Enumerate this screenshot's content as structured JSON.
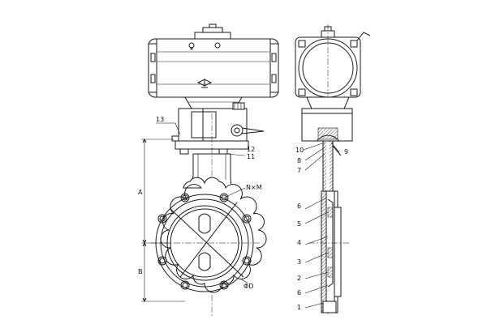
{
  "labels": {
    "front": {
      "l13": "13",
      "l12": "12",
      "l11": "11",
      "nm": "N×M",
      "a": "A",
      "b": "B",
      "phid": "ΦD"
    },
    "side": {
      "l10": "10",
      "l9": "9",
      "l8": "8",
      "l7": "7",
      "l6a": "6",
      "l5": "5",
      "l4": "4",
      "l3": "3",
      "l2": "2",
      "l6b": "6",
      "l1": "1"
    }
  },
  "colors": {
    "line": "#1a1a1a",
    "background": "#ffffff"
  }
}
